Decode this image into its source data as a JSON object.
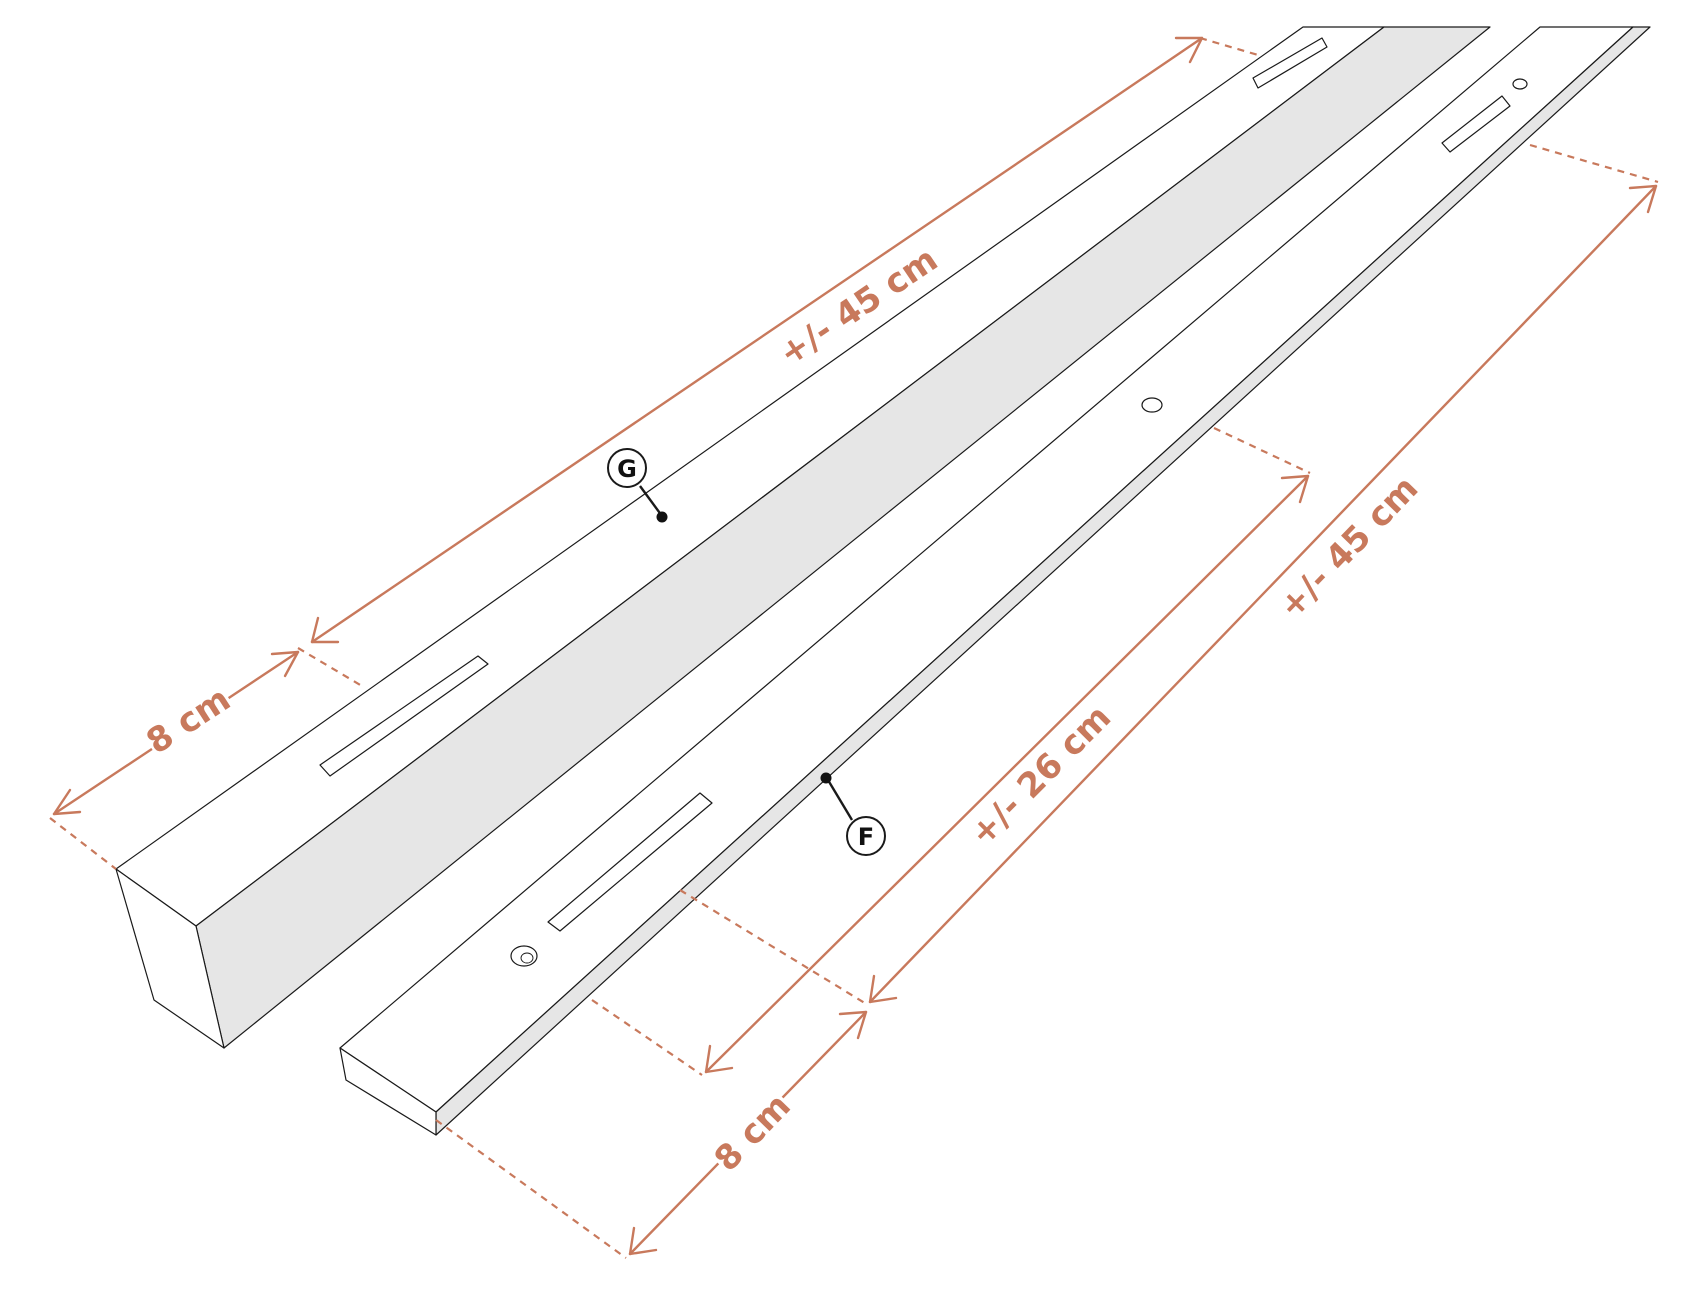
{
  "pieces": [
    {
      "id": "G",
      "label": "G"
    },
    {
      "id": "F",
      "label": "F"
    }
  ],
  "dimensions": {
    "piece_g_length": "+/- 45 cm",
    "piece_g_width": "8 cm",
    "piece_f_length": "+/- 45 cm",
    "piece_f_slot_distance": "+/- 26 cm",
    "piece_f_width": "8 cm"
  },
  "colors": {
    "dimension": "#c8795c",
    "outline": "#1a1a1a",
    "shaded_face": "#e6e6e6"
  }
}
